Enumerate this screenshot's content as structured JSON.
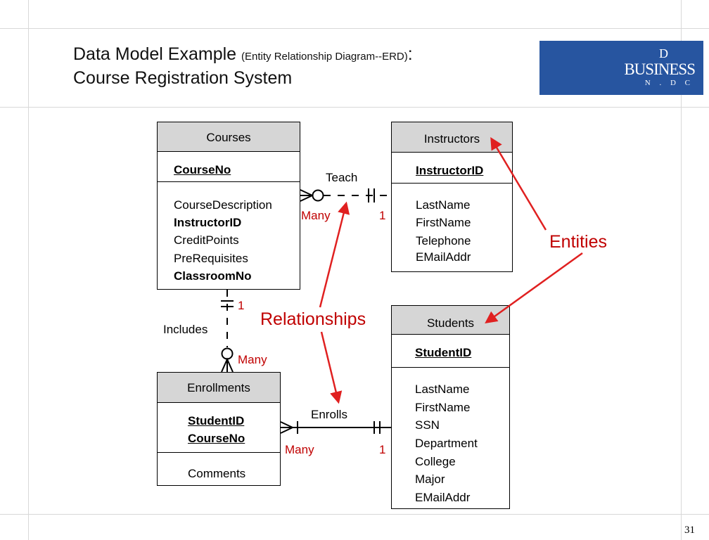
{
  "title": {
    "main": "Data Model Example ",
    "sub": "(Entity Relationship Diagram--ERD)",
    "colon": ":",
    "line2": "Course Registration System"
  },
  "logo": {
    "line0": "D",
    "line1": "BUSINESS",
    "line2": "N . D C"
  },
  "entities": {
    "courses": {
      "name": "Courses",
      "primary_key": "CourseNo",
      "fields": [
        {
          "text": "CourseDescription",
          "bold": false
        },
        {
          "text": "InstructorID",
          "bold": true
        },
        {
          "text": "CreditPoints",
          "bold": false
        },
        {
          "text": "PreRequisites",
          "bold": false
        },
        {
          "text": "ClassroomNo",
          "bold": true
        }
      ]
    },
    "instructors": {
      "name": "Instructors",
      "primary_key": "InstructorID ",
      "fields": [
        "LastName",
        "FirstName",
        "Telephone",
        "EMailAddr"
      ]
    },
    "students": {
      "name": "Students",
      "primary_key": "StudentID",
      "fields": [
        "LastName",
        "FirstName",
        "SSN",
        "Department",
        "College",
        "Major",
        "EMailAddr"
      ]
    },
    "enrollments": {
      "name": "Enrollments",
      "keys": [
        "StudentID",
        "CourseNo"
      ],
      "fields": [
        "Comments"
      ]
    }
  },
  "relationships": {
    "teach": {
      "name": "Teach",
      "many": "Many",
      "one": "1"
    },
    "includes": {
      "name": "Includes",
      "many": "Many",
      "one": "1"
    },
    "enrolls": {
      "name": "Enrolls",
      "many": "Many",
      "one": "1"
    }
  },
  "annotations": {
    "relationships": "Relationships",
    "entities": "Entities"
  },
  "page_number": "31",
  "colors": {
    "accent": "#e02020",
    "logo": "#2755a0",
    "header_fill": "#d6d6d6"
  }
}
